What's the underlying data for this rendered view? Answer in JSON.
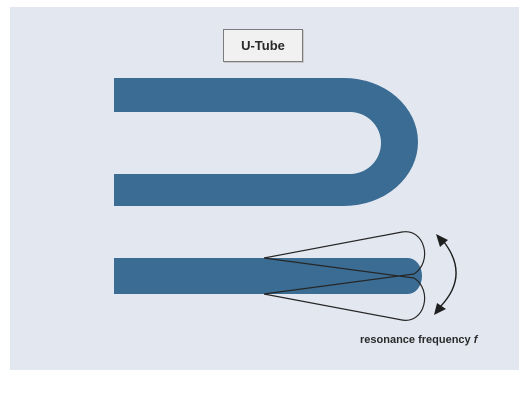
{
  "title": "U-Tube",
  "caption": {
    "text": "resonance frequency",
    "symbol": "f"
  },
  "colors": {
    "background": "#e3e8f0",
    "tube": "#3b6c94",
    "outline": "#262626",
    "label_box": "#f1f1f1"
  },
  "icons": [
    "u-tube-shape",
    "oscillating-tube-shape",
    "oscillation-arrow-icon"
  ]
}
